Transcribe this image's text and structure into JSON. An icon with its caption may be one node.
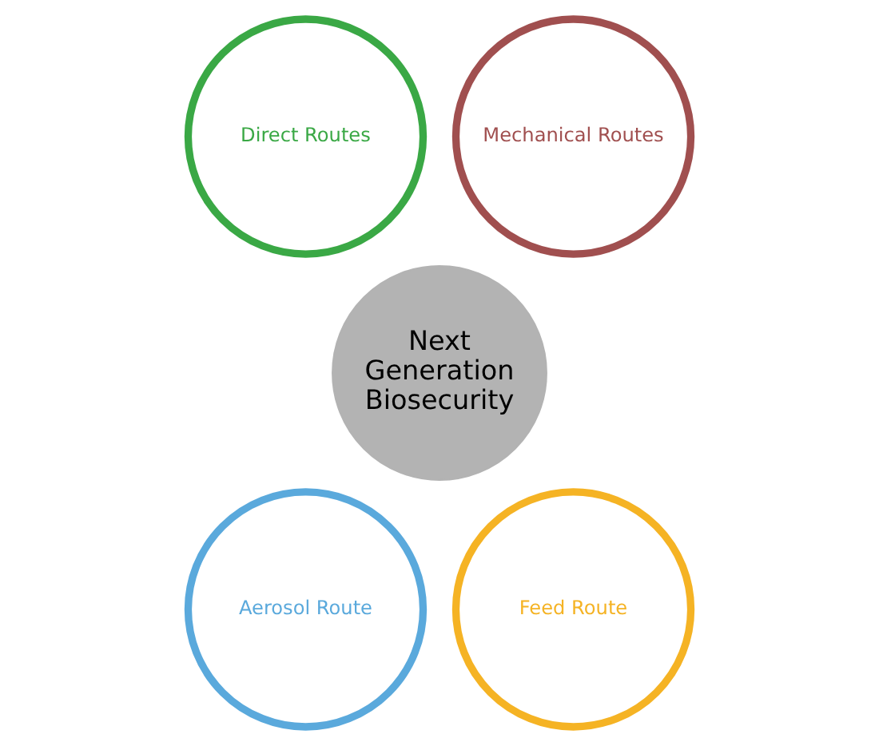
{
  "diagram": {
    "nodes": [
      {
        "text": [
          "Direct Routes"
        ]
      },
      {
        "text": [
          "Mechanical Routes"
        ]
      },
      {
        "text": [
          "Next Generation Biosecurity"
        ]
      },
      {
        "text": [
          "Aerosol Route"
        ]
      },
      {
        "text": [
          "Feed Route"
        ]
      }
    ]
  }
}
